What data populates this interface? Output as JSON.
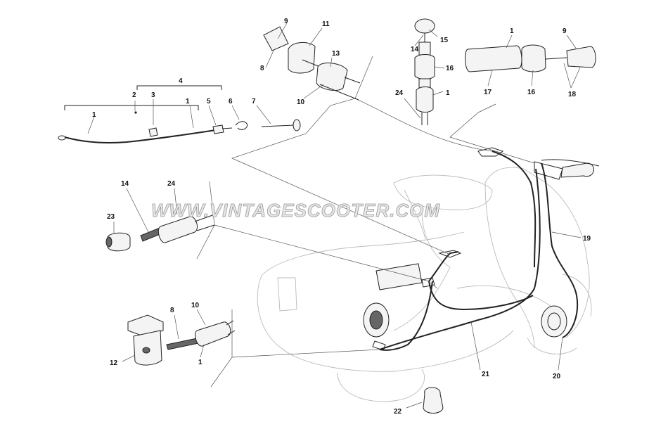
{
  "watermark": "WWW.VINTAGESCOOTER.COM",
  "labels": [
    "1",
    "2",
    "3",
    "4",
    "5",
    "6",
    "7",
    "8",
    "9",
    "10",
    "11",
    "12",
    "13",
    "14",
    "15",
    "16",
    "17",
    "18",
    "19",
    "20",
    "21",
    "22",
    "23",
    "24"
  ]
}
